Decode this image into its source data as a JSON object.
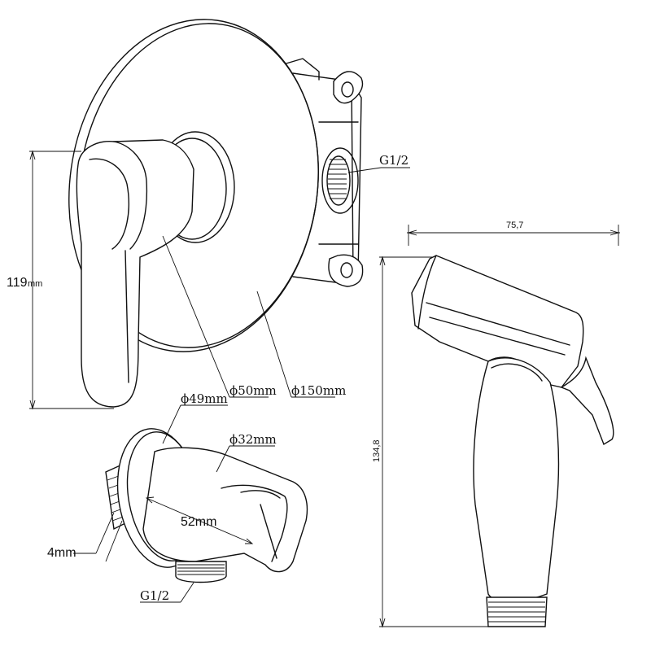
{
  "labels": {
    "height_119": "119",
    "height_119_unit": "mm",
    "dia_50": "ϕ50mm",
    "dia_150": "ϕ150mm",
    "thread_top": "G1/2",
    "dia_49": "ϕ49mm",
    "dia_32": "ϕ32mm",
    "len_52": "52mm",
    "thick_4": "4mm",
    "thread_bottom": "G1/2",
    "width_75": "75,7",
    "height_134": "134,8"
  }
}
